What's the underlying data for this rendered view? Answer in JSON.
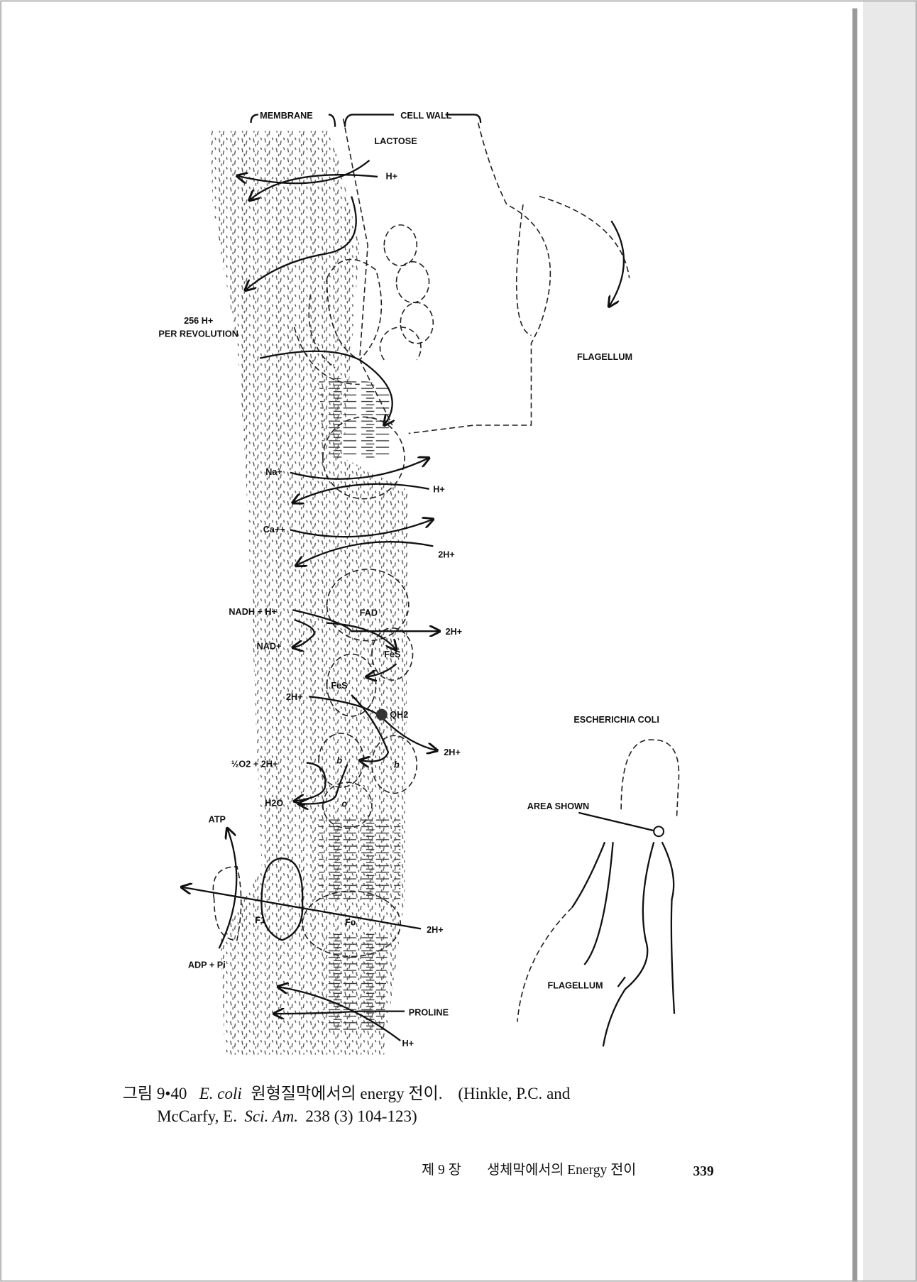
{
  "figure": {
    "labels": {
      "membrane": "MEMBRANE",
      "cell_wall": "CELL WALL",
      "lactose": "LACTOSE",
      "h_lactose": "H+",
      "per_rev_count": "256 H+",
      "per_rev": "PER REVOLUTION",
      "flagellum_top": "FLAGELLUM",
      "na": "Na+",
      "h_na": "H+",
      "ca": "Ca++",
      "h2_ca": "2H+",
      "nadh": "NADH + H+",
      "fad": "FAD",
      "h2_fad": "2H+",
      "nad": "NAD+",
      "fes1": "FeS",
      "fes2": "FeS",
      "h2_in": "2H+",
      "qh2": "QH2",
      "h2_out": "2H+",
      "o2": "½O2 + 2H+",
      "b1": "b",
      "b2": "b",
      "h2o": "H2O",
      "o": "o",
      "atp": "ATP",
      "f1": "F1",
      "fo": "Fo",
      "h2_atp": "2H+",
      "adp": "ADP + Pi",
      "proline": "PROLINE",
      "h_proline": "H+",
      "ecoli": "ESCHERICHIA COLI",
      "area_shown": "AREA SHOWN",
      "flagellum_bottom": "FLAGELLUM"
    }
  },
  "caption": {
    "prefix": "그림 9•40",
    "species": "E. coli",
    "title": "원형질막에서의 energy 전이.",
    "ref_line1": "(Hinkle, P.C. and",
    "ref_line2_a": "McCarfy, E.",
    "ref_journal": "Sci. Am.",
    "ref_line2_b": "238 (3) 104-123)"
  },
  "footer": {
    "chapter": "제 9 장",
    "title": "생체막에서의 Energy 전이",
    "page_number": "339"
  }
}
